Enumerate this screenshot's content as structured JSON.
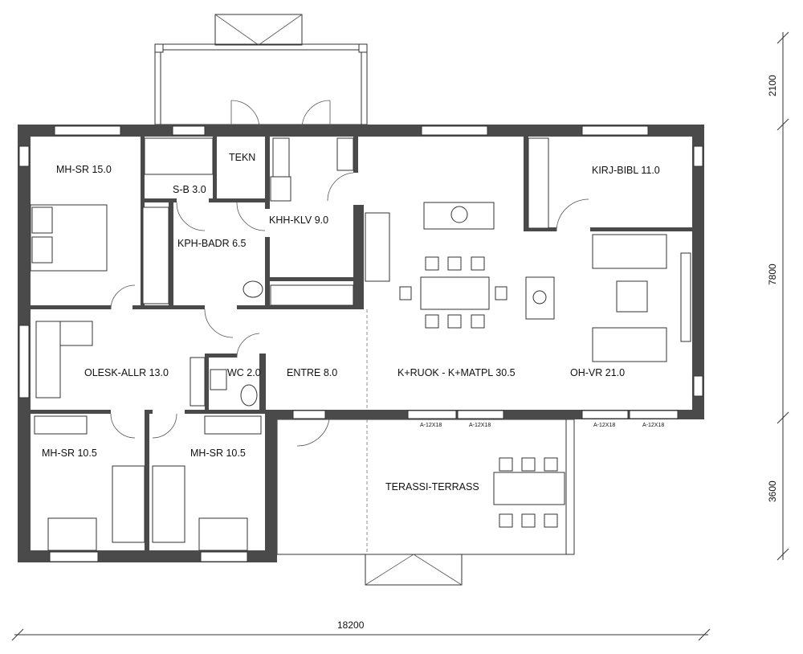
{
  "rooms": {
    "mh_sr_15": "MH-SR 15.0",
    "s_b": "S-B 3.0",
    "tekn": "TEKN",
    "khh_klv": "KHH-KLV 9.0",
    "kph_badr": "KPH-BADR 6.5",
    "kirj_bibl": "KIRJ-BIBL 11.0",
    "olesk_allr": "OLESK-ALLR 13.0",
    "wc": "WC 2.0",
    "entre": "ENTRE 8.0",
    "k_ruok": "K+RUOK - K+MATPL 30.5",
    "oh_vr": "OH-VR 21.0",
    "mh_sr_105_a": "MH-SR 10.5",
    "mh_sr_105_b": "MH-SR 10.5",
    "terassi": "TERASSI-TERRASS"
  },
  "windows": [
    "A-12X18",
    "A-12X18",
    "A-12X18",
    "A-12X18"
  ],
  "dimensions": {
    "right": [
      "2100",
      "7800",
      "3600"
    ],
    "bottom": "18200"
  },
  "colors": {
    "wall": "#4a4a4a",
    "line": "#333333"
  }
}
